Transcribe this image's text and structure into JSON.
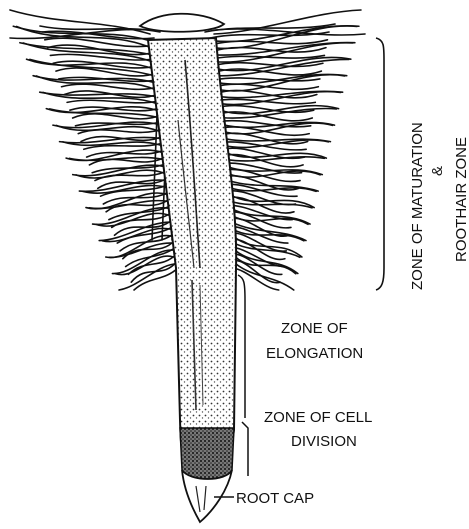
{
  "labels": {
    "maturation_line1": "ZONE OF MATURATION",
    "maturation_amp": "&",
    "maturation_line2": "ROOTHAIR ZONE",
    "elongation_line1": "ZONE OF",
    "elongation_line2": "ELONGATION",
    "division_line1": "ZONE OF CELL",
    "division_line2": "DIVISION",
    "root_cap": "ROOT CAP"
  },
  "colors": {
    "ink": "#111111",
    "paper": "#ffffff",
    "shade": "#444444"
  }
}
